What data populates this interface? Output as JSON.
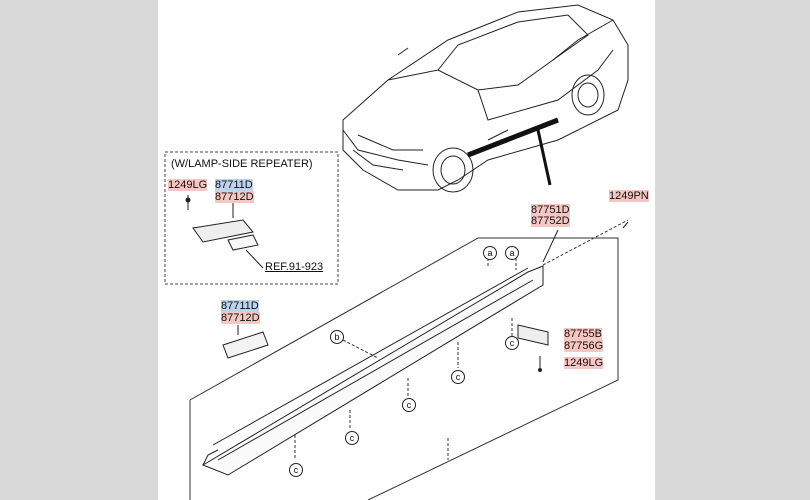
{
  "inset": {
    "title": "(W/LAMP-SIDE REPEATER)",
    "bolt": "1249LG",
    "lamp_code_1": "87711D",
    "lamp_code_2": "87712D",
    "ref": "REF.91-923"
  },
  "lamp": {
    "code_1": "87711D",
    "code_2": "87712D"
  },
  "sill": {
    "code_1": "87751D",
    "code_2": "87752D"
  },
  "clip_top": "1249PN",
  "bracket": {
    "code_1": "87755B",
    "code_2": "87756G",
    "bolt": "1249LG"
  },
  "callouts": {
    "a": "a",
    "b": "b",
    "c": "c"
  },
  "colors": {
    "highlight_red": "#f6c6c2",
    "highlight_blue": "#bcd3f0",
    "line": "#222222"
  }
}
